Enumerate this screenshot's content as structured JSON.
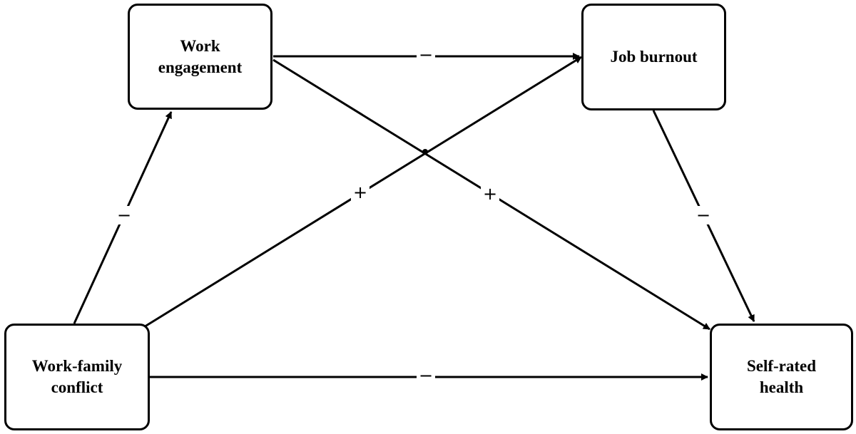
{
  "nodes": {
    "work_engagement": "Work\nengagement",
    "job_burnout": "Job burnout",
    "work_family_conflict": "Work-family\nconflict",
    "self_rated_health": "Self-rated\nhealth"
  },
  "edges": [
    {
      "from": "work_family_conflict",
      "to": "work_engagement",
      "sign": "−"
    },
    {
      "from": "work_engagement",
      "to": "job_burnout",
      "sign": "−"
    },
    {
      "from": "work_family_conflict",
      "to": "job_burnout",
      "sign": "+"
    },
    {
      "from": "work_engagement",
      "to": "self_rated_health",
      "sign": "+"
    },
    {
      "from": "job_burnout",
      "to": "self_rated_health",
      "sign": "−"
    },
    {
      "from": "work_family_conflict",
      "to": "self_rated_health",
      "sign": "−"
    }
  ]
}
